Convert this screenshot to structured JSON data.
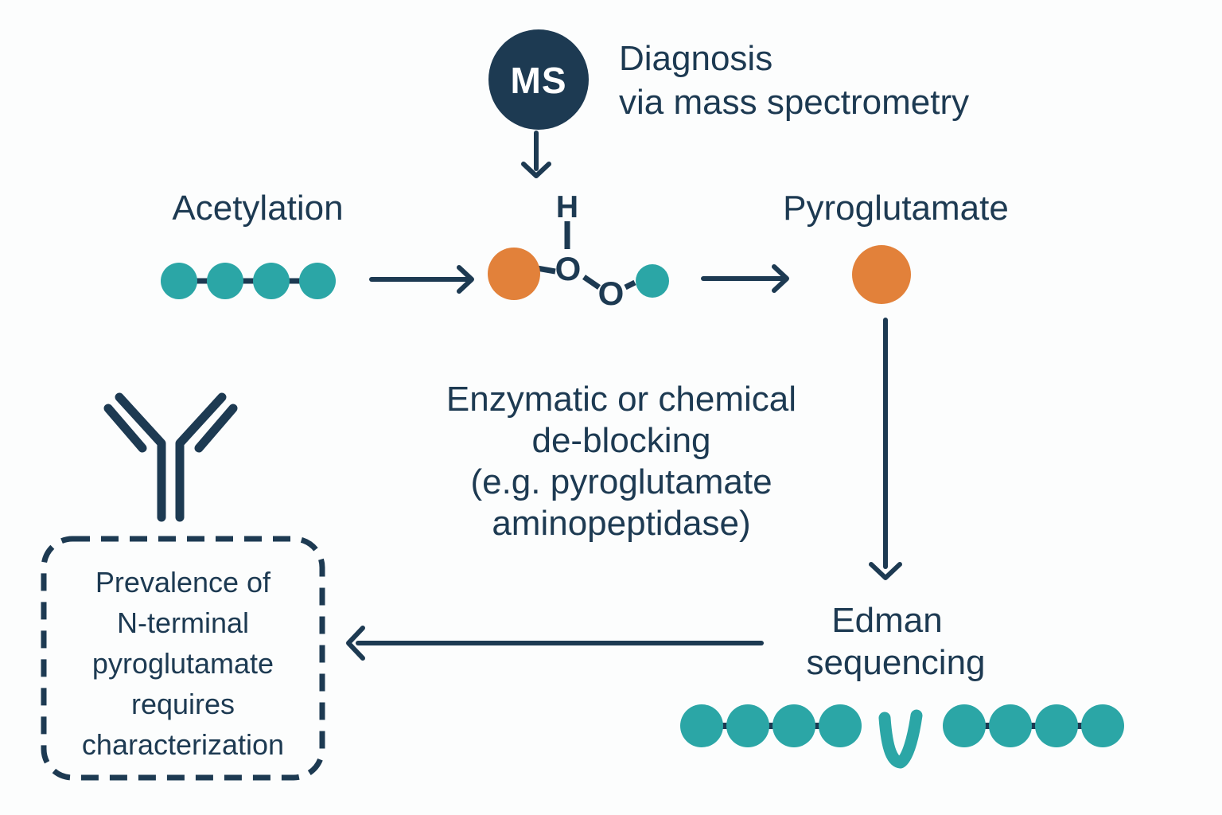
{
  "colors": {
    "navy": "#1D3A52",
    "teal": "#2BA6A6",
    "orange": "#E2813A",
    "white": "#FFFFFF",
    "background": "#FCFDFD"
  },
  "icons": {
    "ms": "ms-circle-icon",
    "antibody": "antibody-y-icon",
    "cleavage": "cleavage-v-icon"
  },
  "ms_badge": {
    "label": "MS"
  },
  "diagnosis_label": {
    "line1": "Diagnosis",
    "line2": "via mass spectrometry"
  },
  "acetylation_label": "Acetylation",
  "pyroglutamate_label": "Pyroglutamate",
  "molecule": {
    "h": "H",
    "o1": "O",
    "o2": "O"
  },
  "deblocking_label": {
    "line1": "Enzymatic or chemical",
    "line2": "de-blocking",
    "line3": "(e.g. pyroglutamate",
    "line4": "aminopeptidase)"
  },
  "edman_label": {
    "line1": "Edman",
    "line2": "sequencing"
  },
  "conclusion_box": {
    "line1": "Prevalence of",
    "line2": "N-terminal",
    "line3": "pyroglutamate",
    "line4": "requires",
    "line5": "characterization"
  }
}
